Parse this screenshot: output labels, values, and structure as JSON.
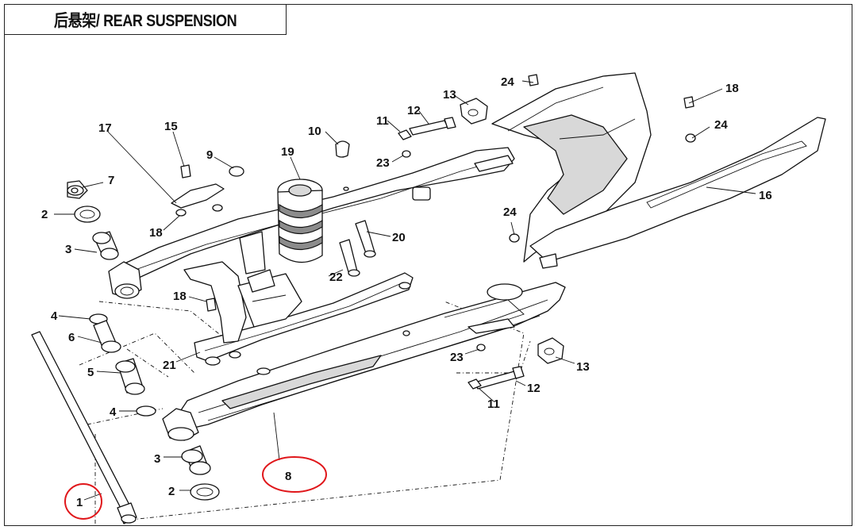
{
  "title": "后悬架/ REAR SUSPENSION",
  "colors": {
    "highlight": "#e0171b",
    "line": "#111111",
    "background": "#ffffff"
  },
  "callouts": [
    {
      "id": "c24a",
      "label": "24"
    },
    {
      "id": "c18a",
      "label": "18"
    },
    {
      "id": "c13a",
      "label": "13"
    },
    {
      "id": "c12a",
      "label": "12"
    },
    {
      "id": "c11a",
      "label": "11"
    },
    {
      "id": "c10",
      "label": "10"
    },
    {
      "id": "c15",
      "label": "15"
    },
    {
      "id": "c17",
      "label": "17"
    },
    {
      "id": "c9",
      "label": "9"
    },
    {
      "id": "c19",
      "label": "19"
    },
    {
      "id": "c23a",
      "label": "23"
    },
    {
      "id": "c24b",
      "label": "24"
    },
    {
      "id": "c7",
      "label": "7"
    },
    {
      "id": "c2a",
      "label": "2"
    },
    {
      "id": "c16",
      "label": "16"
    },
    {
      "id": "c18b",
      "label": "18"
    },
    {
      "id": "c20",
      "label": "20"
    },
    {
      "id": "c24c",
      "label": "24"
    },
    {
      "id": "c3a",
      "label": "3"
    },
    {
      "id": "c22",
      "label": "22"
    },
    {
      "id": "c18c",
      "label": "18"
    },
    {
      "id": "c4a",
      "label": "4"
    },
    {
      "id": "c6",
      "label": "6"
    },
    {
      "id": "c21",
      "label": "21"
    },
    {
      "id": "c23b",
      "label": "23"
    },
    {
      "id": "c13b",
      "label": "13"
    },
    {
      "id": "c5",
      "label": "5"
    },
    {
      "id": "c12b",
      "label": "12"
    },
    {
      "id": "c4b",
      "label": "4"
    },
    {
      "id": "c11b",
      "label": "11"
    },
    {
      "id": "c3b",
      "label": "3"
    },
    {
      "id": "c8",
      "label": "8"
    },
    {
      "id": "c2b",
      "label": "2"
    },
    {
      "id": "c1",
      "label": "1"
    }
  ],
  "highlighted_parts": [
    "1",
    "8"
  ]
}
